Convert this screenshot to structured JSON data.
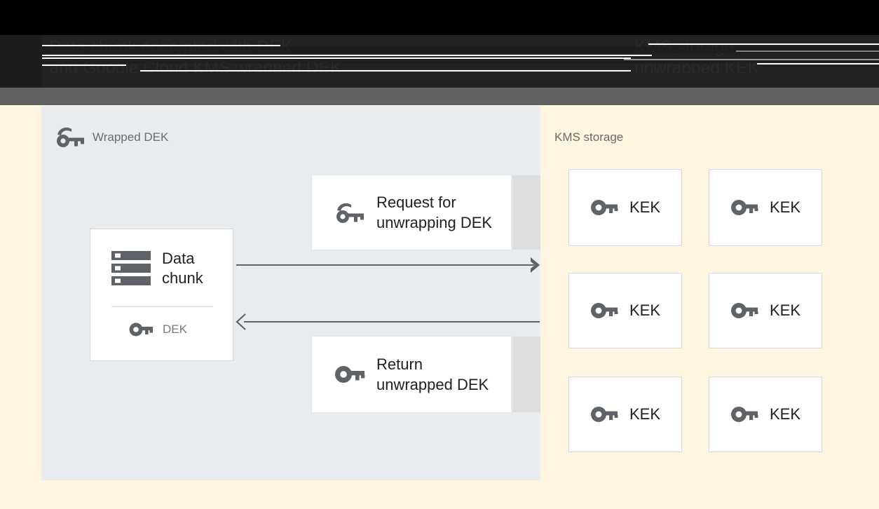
{
  "header": {
    "title_left": "Data chunk encrypted with DEK\nand Google Cloud KMS wrapped DEK",
    "title_right": "KMS storage\nunwrapped KEK",
    "band_color": "#222222",
    "subband_color": "#616161",
    "text_color": "#2b2b2b",
    "note": "header text is rendered dark-on-dark and partially corrupted by horizontal scanline artifacts"
  },
  "left_panel": {
    "title": "Wrapped DEK",
    "title_icon": "wrapped-key-icon",
    "background": "#e8ecef",
    "data_chunk_card": {
      "icon": "storage-stack-icon",
      "label": "Data\nchunk",
      "dek": {
        "icon": "key-icon",
        "label": "DEK"
      }
    },
    "messages": [
      {
        "id": "request",
        "icon": "wrapped-key-icon",
        "label": "Request for\nunwrapping DEK"
      },
      {
        "id": "return",
        "icon": "key-icon",
        "label": "Return\nunwrapped DEK"
      }
    ],
    "arrows": [
      {
        "id": "request-arrow",
        "direction": "right"
      },
      {
        "id": "return-arrow",
        "direction": "left"
      }
    ]
  },
  "right_panel": {
    "title": "KMS storage",
    "background": "#fdf5e0",
    "keys": [
      {
        "icon": "key-icon",
        "label": "KEK"
      },
      {
        "icon": "key-icon",
        "label": "KEK"
      },
      {
        "icon": "key-icon",
        "label": "KEK"
      },
      {
        "icon": "key-icon",
        "label": "KEK"
      },
      {
        "icon": "key-icon",
        "label": "KEK"
      },
      {
        "icon": "key-icon",
        "label": "KEK"
      }
    ]
  },
  "colors": {
    "page_background": "#fdf5e0",
    "left_panel": "#e8ecef",
    "icon_gray": "#5f6368",
    "text_primary": "#202124",
    "text_muted": "#6b6b6b",
    "card_border": "#d6dadd",
    "arrow": "#5f6368"
  }
}
